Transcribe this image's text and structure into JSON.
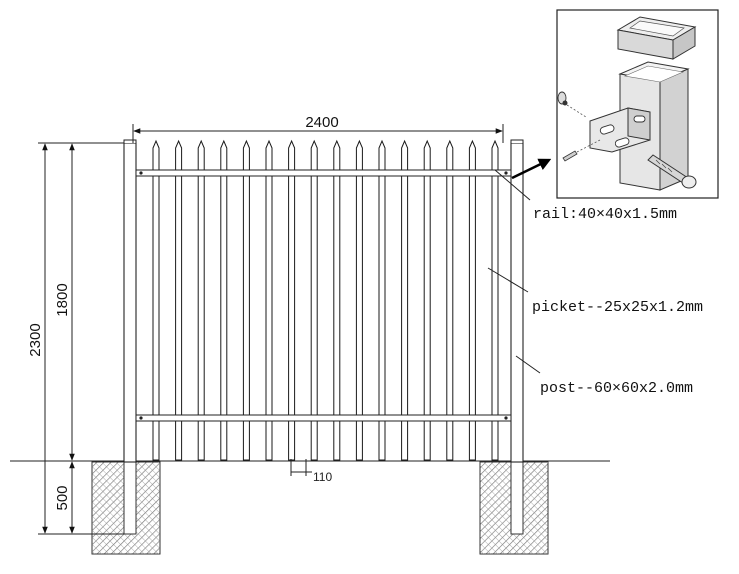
{
  "dimensions": {
    "width": "2400",
    "total_height": "2300",
    "fence_height": "1800",
    "footing_depth": "500",
    "picket_gap": "110"
  },
  "labels": {
    "rail": "rail:40×40x1.5mm",
    "picket": "picket--25x25x1.2mm",
    "post": "post--60×60x2.0mm"
  },
  "colors": {
    "line": "#1a1a1a",
    "hatch": "#6f6f6f",
    "detail_metal": "#e3e3e3"
  }
}
